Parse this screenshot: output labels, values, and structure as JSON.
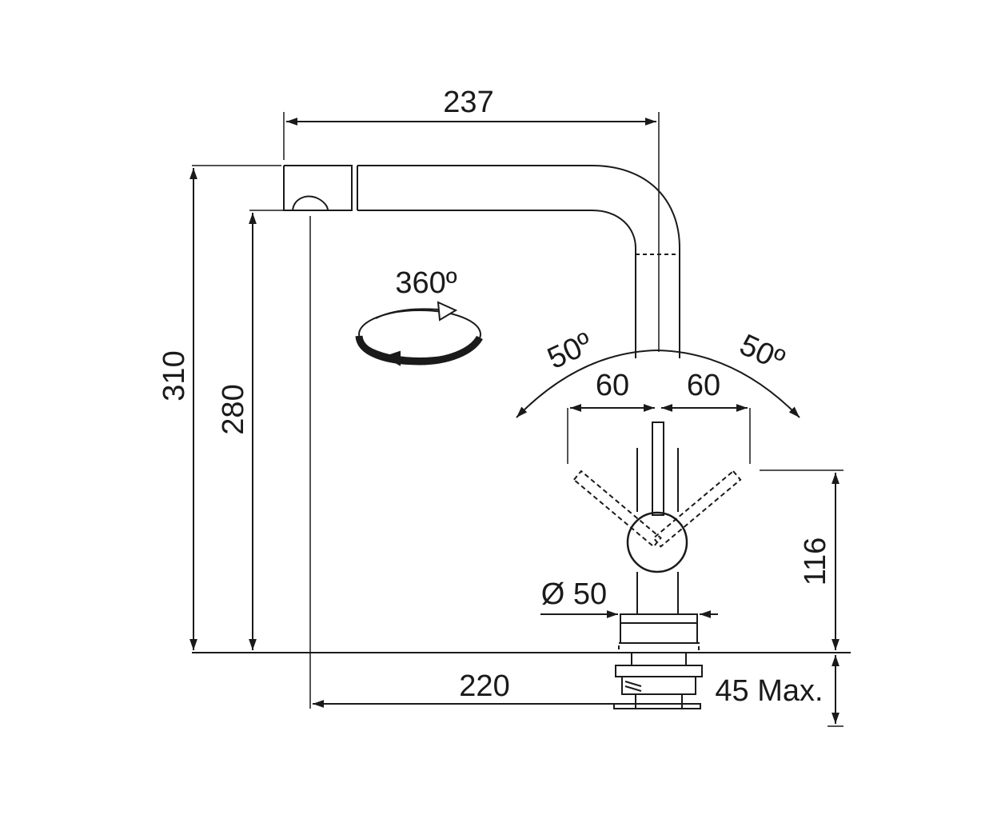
{
  "dimensions": {
    "spout_reach": "237",
    "total_height": "310",
    "spout_height": "280",
    "rotation": "360º",
    "lever_angle_left": "50º",
    "lever_angle_right": "50º",
    "lever_offset_left": "60",
    "lever_offset_right": "60",
    "body_height": "116",
    "base_diameter": "Ø 50",
    "install_reach": "220",
    "deck_thickness": "45 Max."
  },
  "colors": {
    "line": "#1a1a1a",
    "background": "#ffffff"
  }
}
